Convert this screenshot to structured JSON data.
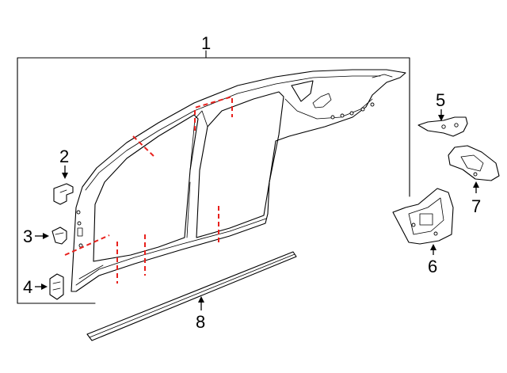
{
  "callouts": {
    "c1": "1",
    "c2": "2",
    "c3": "3",
    "c4": "4",
    "c5": "5",
    "c6": "6",
    "c7": "7",
    "c8": "8"
  },
  "colors": {
    "cut_line": "#e8211d",
    "line": "#000000",
    "background": "#ffffff"
  },
  "icons": [
    "arrow-icon"
  ]
}
